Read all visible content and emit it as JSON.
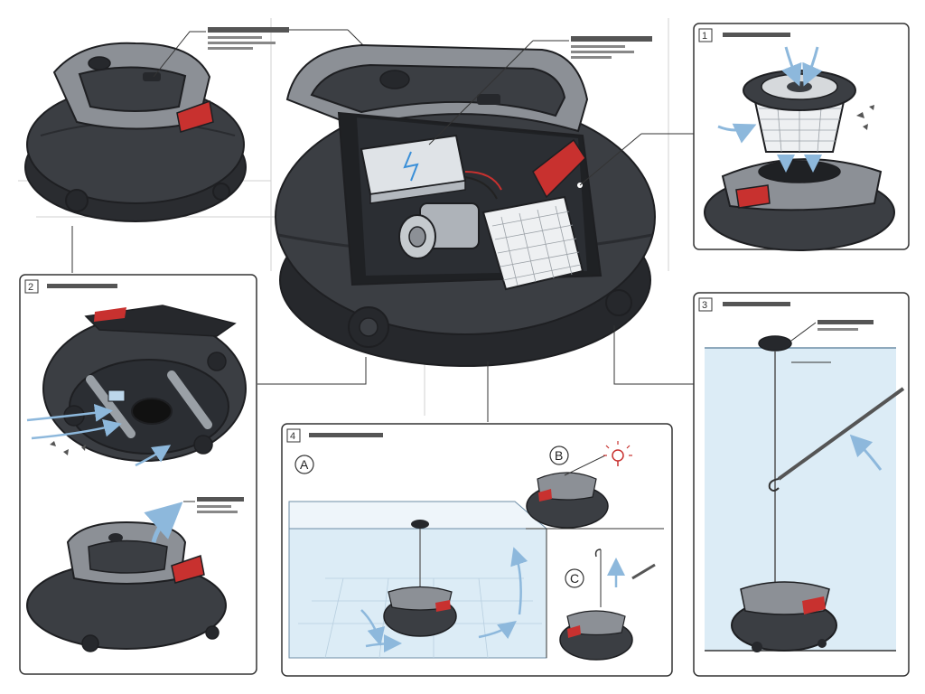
{
  "panels": [
    {
      "number": "1"
    },
    {
      "number": "2"
    },
    {
      "number": "3"
    },
    {
      "number": "4"
    }
  ],
  "steps": [
    {
      "letter": "A"
    },
    {
      "letter": "B"
    },
    {
      "letter": "C"
    }
  ],
  "colors": {
    "body": "#3b3e43",
    "body_dark": "#26282c",
    "handle": "#8c9096",
    "accent_red": "#c8312f",
    "water": "#dcecf6",
    "arrow_blue": "#8db8dc",
    "outline": "#1e1f22",
    "placeholder_bar": "#555555"
  }
}
